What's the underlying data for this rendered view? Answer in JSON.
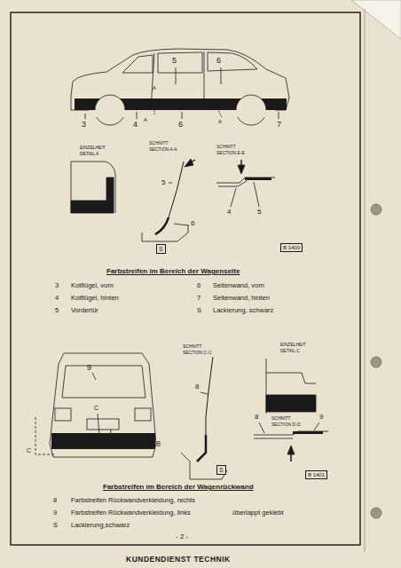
{
  "diagram": {
    "labels": [
      "5",
      "6",
      "A",
      "A",
      "A",
      "3",
      "4",
      "6",
      "7",
      "EINZELHEIT",
      "DETAIL A",
      "SCHNITT",
      "SECTION A-A",
      "5",
      "6",
      "S",
      "SCHNITT",
      "SECTION E-E",
      "4",
      "5",
      "B 1400",
      "Farbstreifen im Bereich der Wagenseite",
      "3",
      "Kotflügel, vorn",
      "4",
      "Kotflügel, hinten",
      "5",
      "Vordertür",
      "6",
      "Seitenwand, vorn",
      "7",
      "Seitenwand, hinten",
      "S",
      "Lackierung, schwarz",
      "9",
      "C",
      "C",
      "C",
      "8",
      "SCHNITT",
      "SECTION C-C",
      "8",
      "S",
      "EINZELHEIT",
      "DETAIL C",
      "8",
      "SCHNITT",
      "SECTION D-D",
      "9",
      "B 1401",
      "Farbstreifen im Bereich der Wagenrückwand",
      "8",
      "Farbstreifen Rückwandverkleidung, rechts",
      "9",
      "Farbstreifen Rückwandverkleidung, links",
      "S",
      "Lackierung,schwarz",
      "überlappt geklebt",
      "- 2 -",
      "KUNDENDIENST TECHNIK"
    ]
  }
}
